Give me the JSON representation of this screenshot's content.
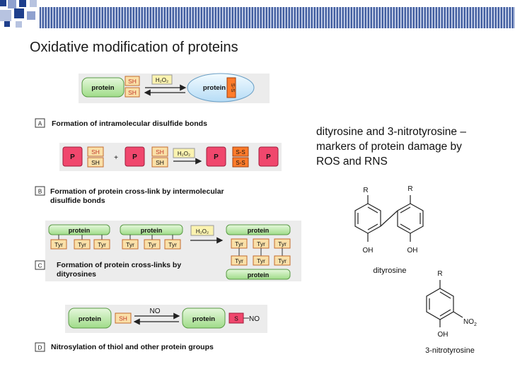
{
  "slide": {
    "title": "Oxidative modification of proteins",
    "notes": {
      "line1": "dityrosine and 3-nitrotyrosine –",
      "line2": "markers of protein damage by",
      "line3": "ROS and RNS"
    }
  },
  "top_reaction": {
    "left": "protein",
    "sh": "SH",
    "reagent": "H₂O₂",
    "right": "protein",
    "bond": "S-S"
  },
  "section_a": {
    "letter": "A",
    "caption": "Formation of intramolecular disulfide bonds",
    "protein": "P",
    "sh": "SH",
    "plus": "+",
    "reagent": "H₂O₂",
    "bond": "S-S"
  },
  "section_b": {
    "letter": "B",
    "caption_line1": "Formation of protein cross-link by intermolecular",
    "caption_line2": "disulfide bonds",
    "protein": "protein",
    "tyr": "Tyr",
    "reagent": "H₂O₂"
  },
  "section_c": {
    "letter": "C",
    "caption_line1": "Formation of protein cross-links by",
    "caption_line2": "dityrosines"
  },
  "section_d": {
    "letter": "D",
    "caption": "Nitrosylation of thiol and other protein groups",
    "protein": "protein",
    "sh": "SH",
    "reagent": "NO",
    "s": "S",
    "no": "NO"
  },
  "structures": {
    "r": "R",
    "oh": "OH",
    "no2": "NO",
    "sub2": "2",
    "dityrosine": "dityrosine",
    "nitrotyrosine": "3-nitrotyrosine"
  },
  "colors": {
    "stripe_dark": "#1e3f8c",
    "stripe_light": "#b7c3e0",
    "protein_fill": "#c5eeb4",
    "sh_fill": "#fae0a8",
    "red_fill": "#f0476d",
    "reagent_fill": "#fbf3b0",
    "bond_fill": "#ff7b2a",
    "dark_fill": "#18486f"
  }
}
